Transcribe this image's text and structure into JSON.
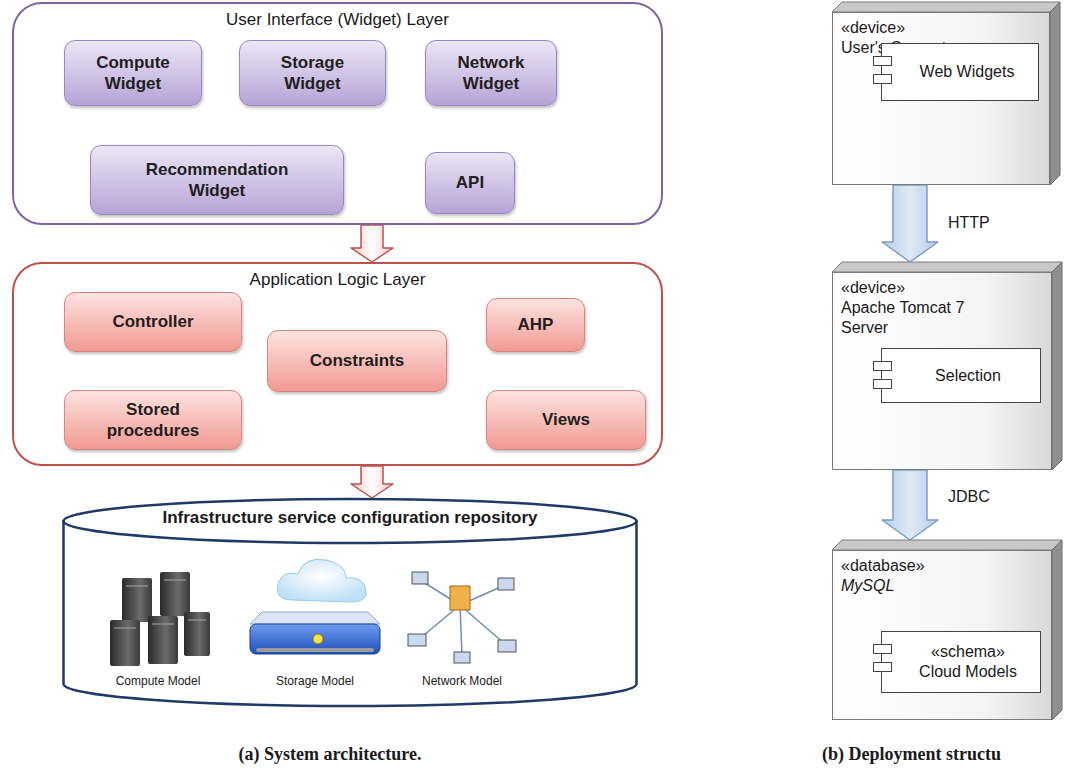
{
  "diagram": {
    "nodes": [
      {
        "text": [
          "User Interface (Widget) Layer"
        ]
      },
      {
        "text": [
          "Compute Widget"
        ],
        "in": 0
      },
      {
        "text": [
          "Storage Widget"
        ],
        "in": 0
      },
      {
        "text": [
          "Network Widget"
        ],
        "in": 0
      },
      {
        "text": [
          "Recommendation Widget"
        ],
        "in": 0
      },
      {
        "text": [
          "API"
        ],
        "in": 0
      },
      {
        "text": [
          "Application Logic Layer"
        ]
      },
      {
        "text": [
          "Controller"
        ],
        "in": 6
      },
      {
        "text": [
          "Constraints"
        ],
        "in": 6
      },
      {
        "text": [
          "AHP"
        ],
        "in": 6
      },
      {
        "text": [
          "Stored procedures"
        ],
        "in": 6
      },
      {
        "text": [
          "Views"
        ],
        "in": 6
      },
      {
        "text": [
          "Infrastructure service configuration repository"
        ]
      },
      {
        "text": [
          "«device»",
          "User's Computer"
        ]
      },
      {
        "text": [
          "Web Widgets"
        ],
        "in": 13
      },
      {
        "text": [
          "«device»",
          "Apache Tomcat 7 Server"
        ]
      },
      {
        "text": [
          "Selection"
        ],
        "in": 15
      },
      {
        "text": [
          "«database»",
          "MySQL"
        ]
      },
      {
        "text": [
          "«schema»",
          "Cloud Models"
        ],
        "in": 17
      }
    ],
    "edges": [
      {
        "from": 0,
        "to": 6,
        "arrow": "to"
      },
      {
        "from": 6,
        "to": 12,
        "arrow": "to"
      },
      {
        "from": 13,
        "to": 15,
        "label": "HTTP",
        "arrow": "to"
      },
      {
        "from": 15,
        "to": 17,
        "label": "JDBC",
        "arrow": "to"
      }
    ],
    "labels": [
      "Compute Model",
      "Storage Model",
      "Network Model",
      "(a) System architecture.",
      "(b) Deployment structu"
    ]
  }
}
